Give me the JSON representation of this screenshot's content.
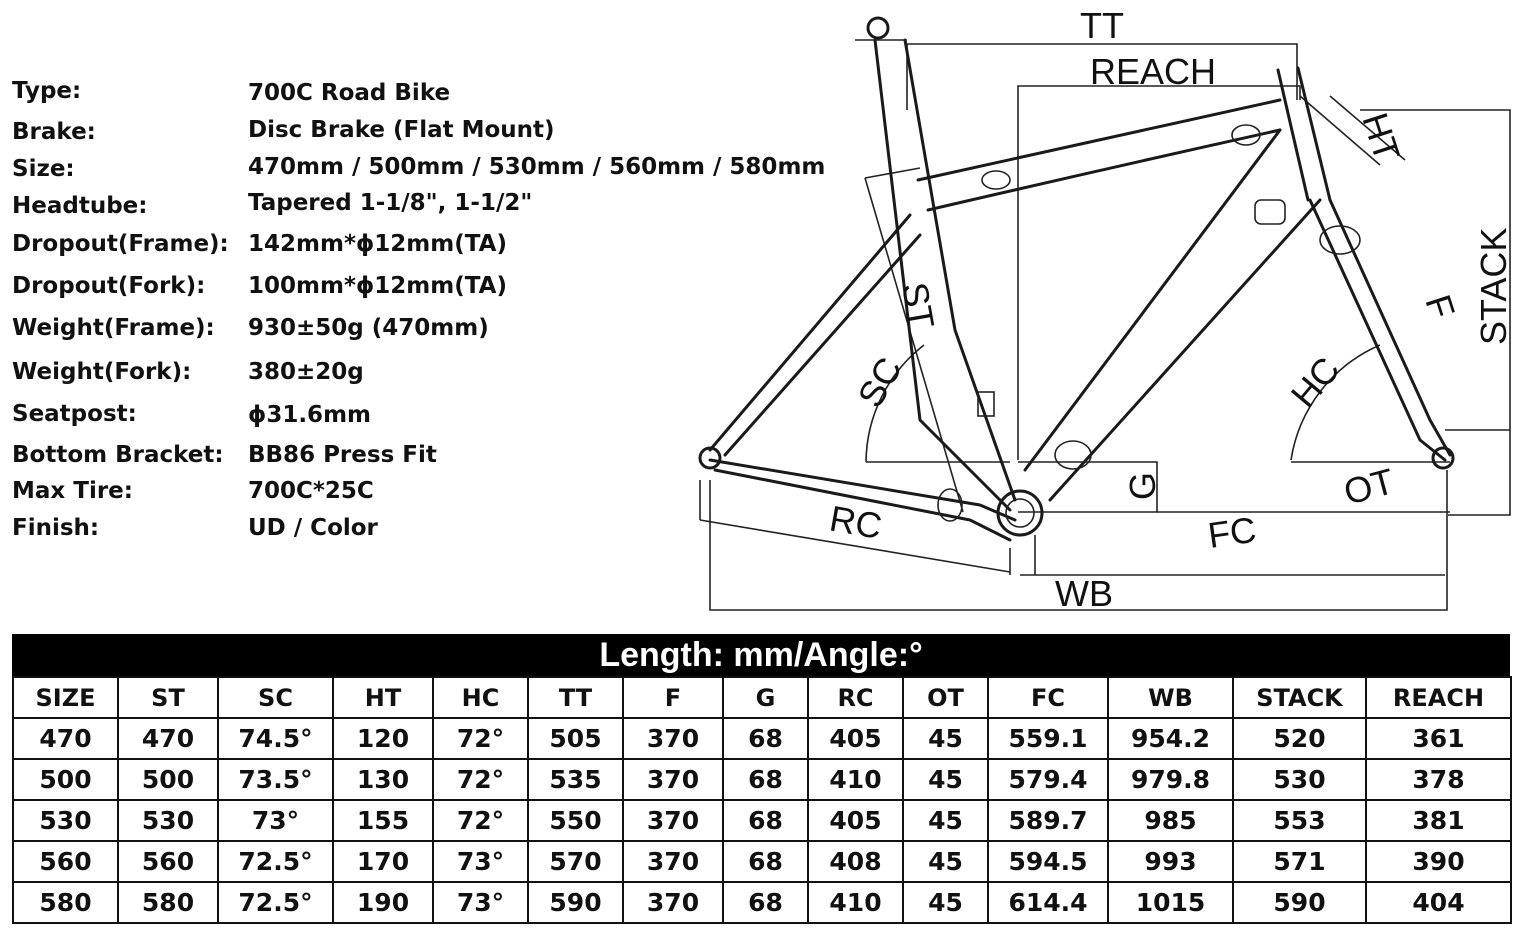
{
  "specs": [
    {
      "label": "Type:",
      "value": "700C Road Bike"
    },
    {
      "label": "Brake:",
      "value": "Disc Brake (Flat Mount)"
    },
    {
      "label": "Size:",
      "value": "470mm / 500mm / 530mm / 560mm / 580mm"
    },
    {
      "label": "Headtube:",
      "value": "Tapered 1-1/8\", 1-1/2\""
    },
    {
      "label": "Dropout(Frame):",
      "value": "142mm*ϕ12mm(TA)"
    },
    {
      "label": "Dropout(Fork):",
      "value": "100mm*ϕ12mm(TA)"
    },
    {
      "label": "Weight(Frame):",
      "value": "930±50g (470mm)"
    },
    {
      "label": "Weight(Fork):",
      "value": "380±20g"
    },
    {
      "label": "Seatpost:",
      "value": "ϕ31.6mm"
    },
    {
      "label": "Bottom Bracket:",
      "value": "BB86 Press Fit"
    },
    {
      "label": "Max Tire:",
      "value": "700C*25C"
    },
    {
      "label": "Finish:",
      "value": "UD / Color"
    }
  ],
  "diagram": {
    "labels": {
      "tt": "TT",
      "reach": "REACH",
      "ht": "HT",
      "stack": "STACK",
      "st": "ST",
      "f": "F",
      "sc": "SC",
      "hc": "HC",
      "g": "G",
      "ot": "OT",
      "rc": "RC",
      "fc": "FC",
      "wb": "WB"
    }
  },
  "table": {
    "title": "Length: mm/Angle:°",
    "headers": [
      "SIZE",
      "ST",
      "SC",
      "HT",
      "HC",
      "TT",
      "F",
      "G",
      "RC",
      "OT",
      "FC",
      "WB",
      "STACK",
      "REACH"
    ],
    "rows": [
      [
        "470",
        "470",
        "74.5°",
        "120",
        "72°",
        "505",
        "370",
        "68",
        "405",
        "45",
        "559.1",
        "954.2",
        "520",
        "361"
      ],
      [
        "500",
        "500",
        "73.5°",
        "130",
        "72°",
        "535",
        "370",
        "68",
        "410",
        "45",
        "579.4",
        "979.8",
        "530",
        "378"
      ],
      [
        "530",
        "530",
        "73°",
        "155",
        "72°",
        "550",
        "370",
        "68",
        "405",
        "45",
        "589.7",
        "985",
        "553",
        "381"
      ],
      [
        "560",
        "560",
        "72.5°",
        "170",
        "73°",
        "570",
        "370",
        "68",
        "408",
        "45",
        "594.5",
        "993",
        "571",
        "390"
      ],
      [
        "580",
        "580",
        "72.5°",
        "190",
        "73°",
        "590",
        "370",
        "68",
        "410",
        "45",
        "614.4",
        "1015",
        "590",
        "404"
      ]
    ]
  }
}
